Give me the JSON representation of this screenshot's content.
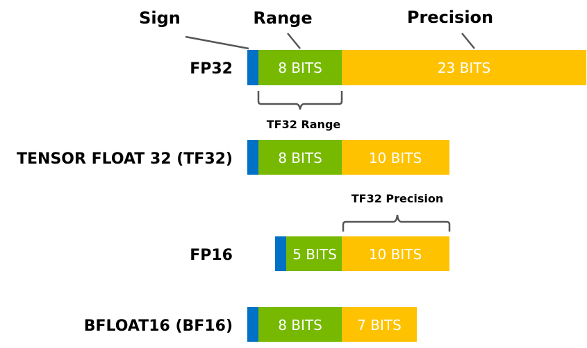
{
  "colors": {
    "sign": "#0071c5",
    "range": "#76b900",
    "precision": "#fec200",
    "line": "#555555"
  },
  "headers": {
    "sign": "Sign",
    "range": "Range",
    "precision": "Precision"
  },
  "formats": [
    {
      "label": "FP32",
      "exponent_bits": 8,
      "mantissa_bits": 23,
      "exponent_text": "8 BITS",
      "mantissa_text": "23 BITS"
    },
    {
      "label": "TENSOR FLOAT 32 (TF32)",
      "exponent_bits": 8,
      "mantissa_bits": 10,
      "exponent_text": "8 BITS",
      "mantissa_text": "10 BITS"
    },
    {
      "label": "FP16",
      "exponent_bits": 5,
      "mantissa_bits": 10,
      "exponent_text": "5 BITS",
      "mantissa_text": "10 BITS"
    },
    {
      "label": "BFLOAT16 (BF16)",
      "exponent_bits": 8,
      "mantissa_bits": 7,
      "exponent_text": "8 BITS",
      "mantissa_text": "7 BITS"
    }
  ],
  "brackets": {
    "tf32_range": "TF32 Range",
    "tf32_precision": "TF32 Precision"
  }
}
